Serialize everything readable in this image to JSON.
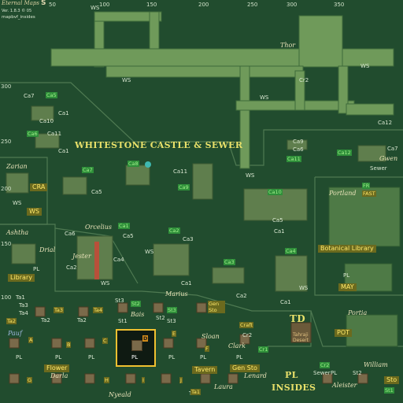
{
  "app": {
    "logo": "Eternal Maps",
    "version": "Ver. 1.8.3 © 05",
    "map_id": "mapbvf_insides",
    "logo_badge": "S"
  },
  "grid": {
    "top": [
      "50",
      "100",
      "150",
      "200",
      "250",
      "300",
      "350"
    ],
    "left": [
      "300",
      "250",
      "200",
      "150",
      "100"
    ]
  },
  "titles": {
    "castle": "WHITESTONE CASTLE & SEWER",
    "td": "TD",
    "pl": "PL",
    "insides": "INSIDES"
  },
  "places": [
    "Zarian",
    "Ashtha",
    "Drial",
    "Orcelius",
    "Jester",
    "Marius",
    "Portland",
    "Gwen",
    "Sewer",
    "Portia",
    "Pauf",
    "Darla",
    "Nyeald",
    "Laura",
    "Lenard",
    "Bais",
    "Sloan",
    "Clark",
    "William",
    "Aleister",
    "Thor",
    "Tahraji Desert"
  ],
  "waypoints": [
    "WS",
    "WS",
    "WS",
    "WS",
    "WS",
    "Cr2",
    "Ca12",
    "Ca7",
    "Ca1",
    "Ca10",
    "Ca11",
    "Ca1",
    "Ca5",
    "Ca11",
    "Ca9",
    "Ca6",
    "Ca1",
    "Ca5",
    "Ca6",
    "Ca5",
    "Ca2",
    "Ca4",
    "Ca3",
    "WS",
    "Ca1",
    "WS",
    "Ca2",
    "Ca5",
    "Ca1",
    "WS",
    "PL",
    "PL",
    "Ta1",
    "Ta3",
    "Ta4",
    "Ta2",
    "St3",
    "St1",
    "St2",
    "Ta2",
    "Cr2",
    "PL",
    "PL",
    "PL",
    "PL",
    "PL",
    "PL",
    "PL",
    "St2",
    "St3",
    "Sewer",
    "Cr2",
    "Ca7",
    "WS",
    "Ca1",
    "Ta1",
    "Ca1"
  ],
  "labels": {
    "ca5a": "Ca5",
    "ca7a": "Ca7",
    "ca6a": "Ca6",
    "ca7b": "Ca7",
    "ca9a": "Ca9",
    "ca8": "Ca8",
    "ca11": "Ca11",
    "ca10": "Ca10",
    "ca2": "Ca2",
    "ca3": "Ca3",
    "ca4": "Ca4",
    "ca12": "Ca12",
    "ca1": "Ca1",
    "ca1b": "Ca1",
    "ca9b": "Ca9",
    "cra": "CRA",
    "ws": "WS",
    "library": "Library",
    "fr": "FR",
    "fast": "FAST",
    "botlib": "Botanical Library",
    "may": "MAY",
    "pot": "POT",
    "ta2": "Ta2",
    "ta3": "Ta3",
    "ta4": "Ta4",
    "st2": "St2",
    "st3": "St3",
    "gensto": "Gen Sto",
    "craft": "Craft",
    "cr1": "Cr1",
    "a": "A",
    "b": "B",
    "c": "C",
    "d": "D",
    "e": "E",
    "f": "F",
    "g": "G",
    "h": "H",
    "i": "I",
    "j": "J",
    "flower": "Flower",
    "tavern": "Tavern",
    "gensto2": "Gen Sto",
    "ta1": "Ta1",
    "cr2": "Cr2",
    "st1": "St1",
    "sto": "Sto"
  },
  "colors": {
    "bg": "#214c2e",
    "road": "#6f9a5a",
    "wall": "#3b6b3a",
    "green_label": "#2f8f3a",
    "yellow_label": "#6b6a1e",
    "highlight": "#f0c030"
  }
}
